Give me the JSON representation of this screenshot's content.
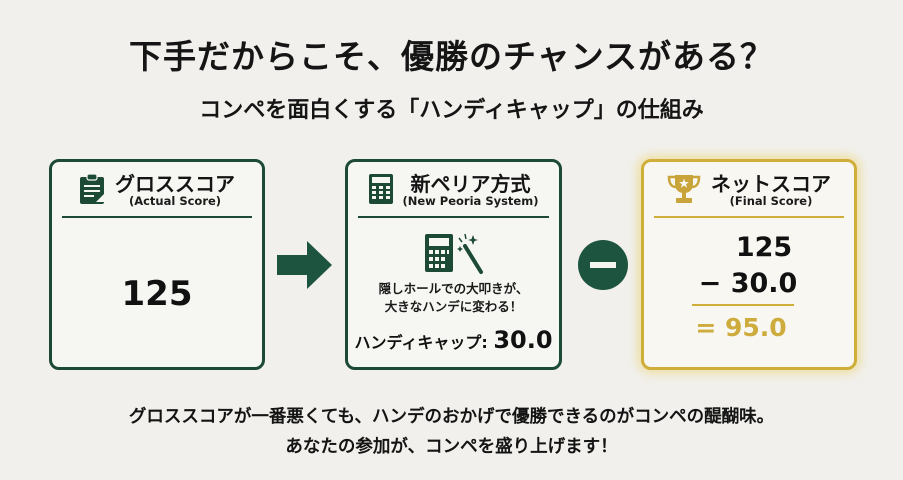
{
  "header": {
    "title": "下手だからこそ、優勝のチャンスがある？",
    "subtitle": "コンペを面白くする「ハンディキャップ」の仕組み"
  },
  "cards": [
    {
      "icon": "clipboard-icon",
      "title_jp": "グロススコア",
      "title_en": "(Actual Score)",
      "value": "125"
    },
    {
      "icon": "calculator-icon",
      "title_jp": "新ペリア方式",
      "title_en": "(New Peoria System)",
      "body_icon": "calculator-magic-wand-icon",
      "desc_line1": "隠しホールでの大叩きが、",
      "desc_line2": "大きなハンデに変わる！",
      "handicap_label": "ハンディキャップ: ",
      "handicap_value": "30.0"
    },
    {
      "icon": "trophy-icon",
      "title_jp": "ネットスコア",
      "title_en": "(Final Score)",
      "gross": "125",
      "minus_handicap": "− 30.0",
      "result": "= 95.0"
    }
  ],
  "operators": {
    "arrow": "right-arrow-icon",
    "minus": "minus-circle-icon"
  },
  "footer": {
    "line1": "グロススコアが一番悪くても、ハンデのおかげで優勝できるのがコンペの醍醐味。",
    "line2": "あなたの参加が、コンペを盛り上げます！"
  },
  "colors": {
    "background": "#f1f0ec",
    "primary_green": "#1d4a35",
    "gold": "#cfae3a"
  }
}
